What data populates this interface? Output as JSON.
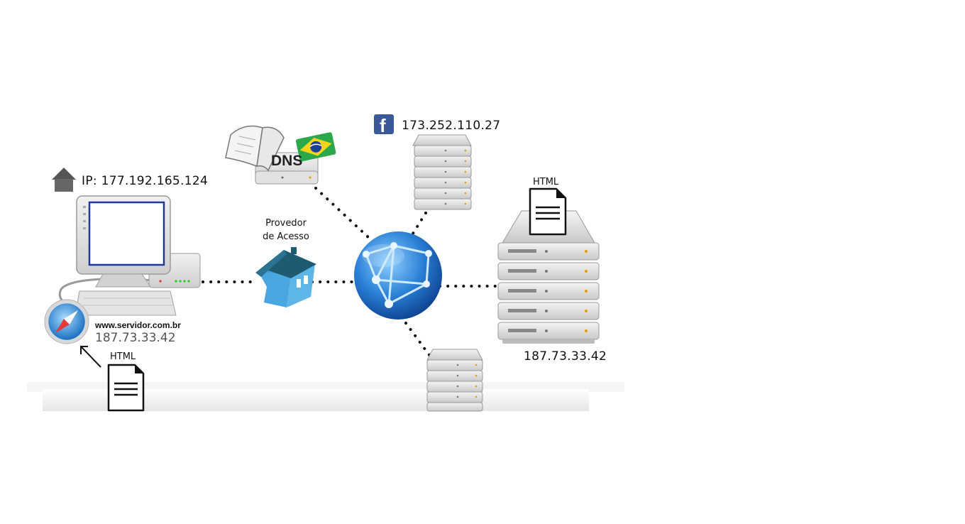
{
  "diagram": {
    "client": {
      "ip_label": "IP: 177.192.165.124",
      "url": "www.servidor.com.br",
      "resolved_ip": "187.73.33.42",
      "html_label": "HTML"
    },
    "isp": {
      "label_line1": "Provedor",
      "label_line2": "de Acesso"
    },
    "dns": {
      "label": "DNS"
    },
    "facebook": {
      "logo_letter": "f",
      "ip": "173.252.110.27"
    },
    "web_server": {
      "html_label": "HTML",
      "ip": "187.73.33.42"
    },
    "colors": {
      "house_wall": "#4aa6de",
      "house_roof": "#1e5b70",
      "globe": "#1f6fc4",
      "facebook": "#3b5998",
      "flag_green": "#2aa84a",
      "flag_yellow": "#f7d417",
      "flag_blue": "#1c3f94"
    }
  }
}
